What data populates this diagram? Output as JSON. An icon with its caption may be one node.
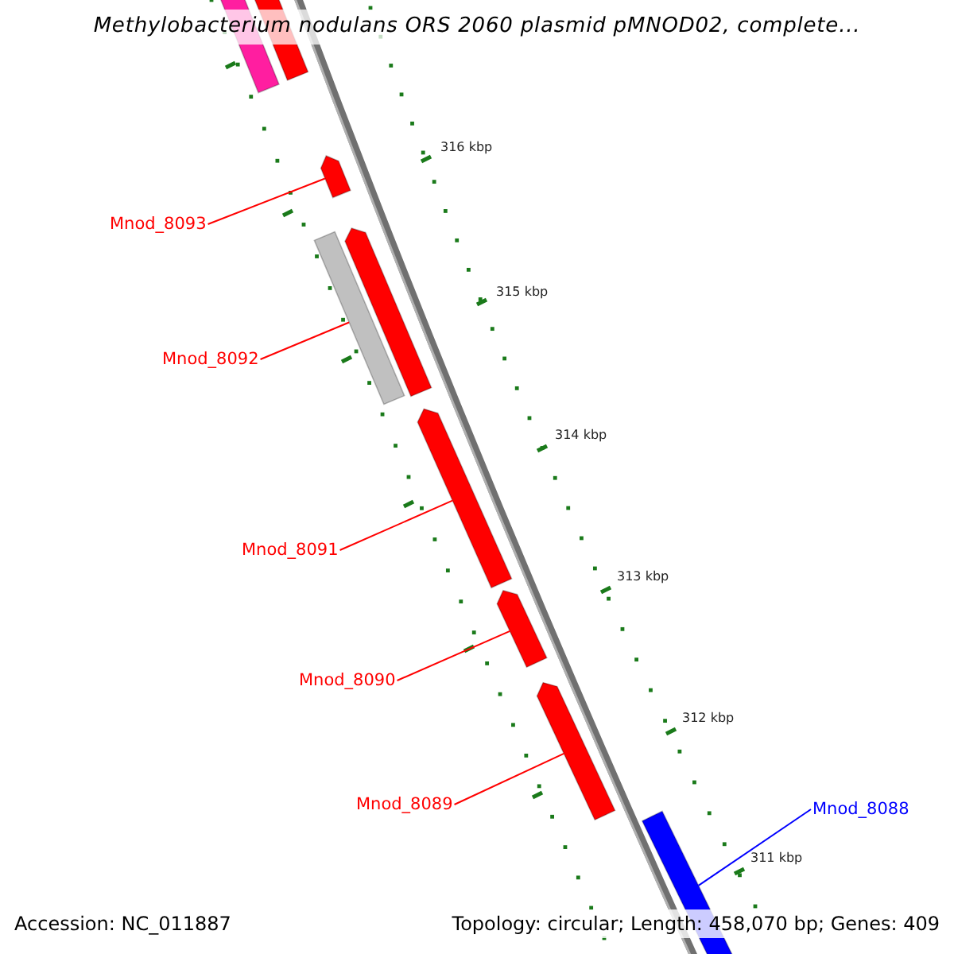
{
  "diagram": {
    "title": "Methylobacterium nodulans ORS 2060 plasmid pMNOD02, complete...",
    "nodes": [
      {
        "text": [],
        "shape": "bar"
      },
      {
        "text": [],
        "shape": "bar"
      },
      {
        "text": [
          "Mnod_8093"
        ]
      },
      {
        "text": [],
        "shape": "bar"
      },
      {
        "text": [],
        "shape": "bar"
      },
      {
        "text": [],
        "shape": "bar"
      },
      {
        "text": [
          "Mnod_8092"
        ]
      },
      {
        "text": [],
        "shape": "bar"
      },
      {
        "text": [
          "Mnod_8091"
        ]
      },
      {
        "text": [],
        "shape": "bar"
      },
      {
        "text": [
          "Mnod_8090"
        ]
      },
      {
        "text": [],
        "shape": "bar"
      },
      {
        "text": [
          "Mnod_8089"
        ]
      },
      {
        "text": [],
        "shape": "bar"
      },
      {
        "text": [
          "Mnod_8088"
        ]
      }
    ],
    "edges": [
      {
        "from": 2,
        "to": 3,
        "arrow": "none"
      },
      {
        "from": 6,
        "to": 5,
        "arrow": "none"
      },
      {
        "from": 8,
        "to": 7,
        "arrow": "none"
      },
      {
        "from": 10,
        "to": 9,
        "arrow": "none"
      },
      {
        "from": 12,
        "to": 11,
        "arrow": "none"
      },
      {
        "from": 14,
        "to": 13,
        "arrow": "none",
        "color": "#0000ff"
      }
    ],
    "labels": [
      "316 kbp",
      "315 kbp",
      "314 kbp",
      "313 kbp",
      "312 kbp",
      "311 kbp",
      "Accession: NC_011887",
      "Topology: circular; Length: 458,070 bp; Genes: 409"
    ]
  }
}
